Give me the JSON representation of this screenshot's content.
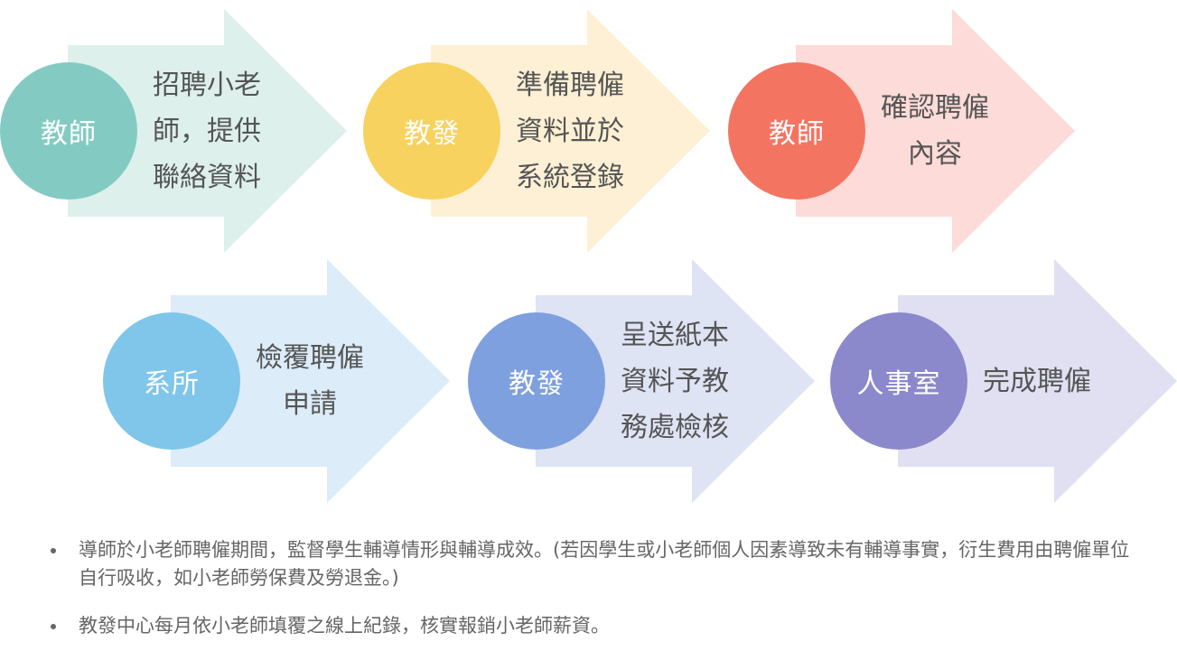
{
  "steps": [
    {
      "role": "教師",
      "desc": "招聘小老\n師，提供\n聯絡資料",
      "arrow_color": "#ddf0ec",
      "circle_color": "#83cbc2"
    },
    {
      "role": "教發",
      "desc": "準備聘僱\n資料並於\n系統登錄",
      "arrow_color": "#fdf0d4",
      "circle_color": "#f7d25e"
    },
    {
      "role": "教師",
      "desc": "確認聘僱\n內容",
      "arrow_color": "#fcdbd8",
      "circle_color": "#f47462"
    },
    {
      "role": "系所",
      "desc": "檢覆聘僱\n申請",
      "arrow_color": "#dcecf8",
      "circle_color": "#7fc6ea"
    },
    {
      "role": "教發",
      "desc": "呈送紙本\n資料予教\n務處檢核",
      "arrow_color": "#dee4f4",
      "circle_color": "#7fa0de"
    },
    {
      "role": "人事室",
      "desc": "完成聘僱",
      "arrow_color": "#e0e0f2",
      "circle_color": "#8b88cc"
    }
  ],
  "notes": [
    "導師於小老師聘僱期間，監督學生輔導情形與輔導成效。(若因學生或小老師個人因素導致未有輔導事實，衍生費用由聘僱單位自行吸收，如小老師勞保費及勞退金。)",
    "教發中心每月依小老師填覆之線上紀錄，核實報銷小老師薪資。"
  ]
}
